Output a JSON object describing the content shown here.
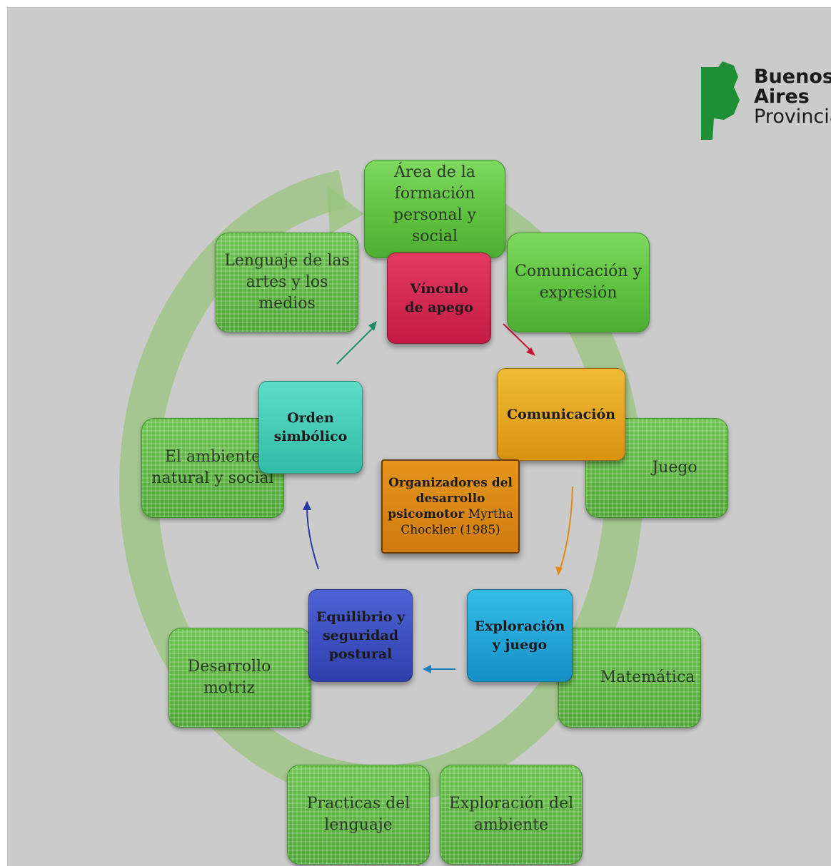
{
  "logo": {
    "line1": "Buenos",
    "line2": "Aires",
    "line3": "Provincia",
    "color": "#1f8f35"
  },
  "center": {
    "title": "Organizadores del desarrollo psicomotor",
    "author": "Myrtha Chockler (1985)"
  },
  "areas": [
    {
      "label": "Área de la\nformación\npersonal y\nsocial"
    },
    {
      "label": "Comunicación y\nexpresión"
    },
    {
      "label": "Juego"
    },
    {
      "label": "Matemática"
    },
    {
      "label": "Exploración del\nambiente"
    },
    {
      "label": "Practicas del\nlenguaje"
    },
    {
      "label": "Desarrollo\nmotriz"
    },
    {
      "label": "El ambiente\nnatural y social"
    },
    {
      "label": "Lenguaje de las\nartes y los\nmedios"
    }
  ],
  "organizers": [
    {
      "label": "Vínculo\nde apego",
      "color": "#d6234f"
    },
    {
      "label": "Comunicación",
      "color": "#e9a81a"
    },
    {
      "label": "Exploración\ny juego",
      "color": "#1ea8dc"
    },
    {
      "label": "Equilibrio y\nseguridad\npostural",
      "color": "#3b4fc4"
    },
    {
      "label": "Orden\nsimbólico",
      "color": "#3ecdb8"
    }
  ]
}
